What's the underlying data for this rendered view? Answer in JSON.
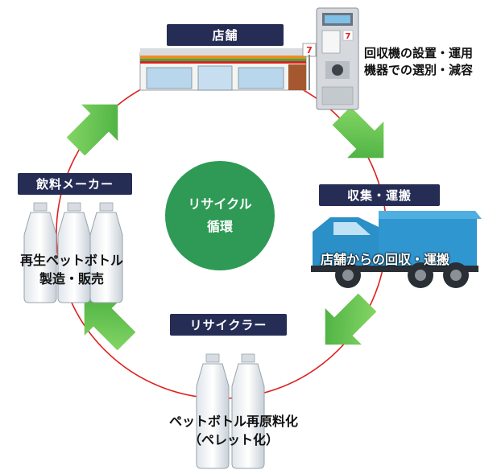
{
  "center": {
    "line1": "リサイクル",
    "line2": "循環"
  },
  "nodes": {
    "store": {
      "tag": "店舗"
    },
    "machine": {
      "line1": "回収機の設置・運用",
      "line2": "機器での選別・減容",
      "brand_mark": "7"
    },
    "collection": {
      "tag": "収集・運搬",
      "caption": "店舗からの回収・運搬"
    },
    "recycler": {
      "tag": "リサイクラー",
      "caption1": "ペットボトル再原料化",
      "caption2": "（ペレット化）"
    },
    "maker": {
      "tag": "飲料メーカー",
      "caption1": "再生ペットボトル",
      "caption2": "製造・販売"
    }
  },
  "colors": {
    "tag_bg": "#262d55",
    "circle": "#e02020",
    "center": "#2e9a55",
    "arrow": "#5cc04a",
    "truck": "#2b8fc8"
  }
}
